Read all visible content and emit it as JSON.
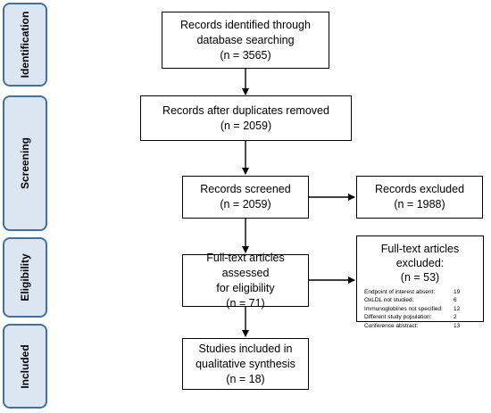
{
  "stages": [
    "Identification",
    "Screening",
    "Eligibility",
    "Included"
  ],
  "boxes": {
    "identified": {
      "lines": [
        "Records identified through",
        "database searching",
        "(n = 3565)"
      ]
    },
    "duplicates_removed": {
      "lines": [
        "Records after duplicates removed",
        "(n = 2059)"
      ]
    },
    "screened": {
      "lines": [
        "Records screened",
        "(n = 2059)"
      ]
    },
    "excluded": {
      "lines": [
        "Records excluded",
        "(n = 1988)"
      ]
    },
    "assessed": {
      "lines": [
        "Full-text articles assessed",
        "for eligibility",
        "(n = 71)"
      ]
    },
    "included": {
      "lines": [
        "Studies included in",
        "qualitative synthesis",
        "(n = 18)"
      ]
    }
  },
  "fulltext_excluded": {
    "title": "Full-text articles excluded:",
    "count": "(n = 53)",
    "reasons": [
      {
        "label": "Endpoint of interest absent:",
        "count": "19"
      },
      {
        "label": "OxLDL not studied:",
        "count": "6"
      },
      {
        "label": "Immunoglobines not specified:",
        "count": "12"
      },
      {
        "label": "Different study population:",
        "count": "2"
      },
      {
        "label": "Conference abstract:",
        "count": "13"
      }
    ]
  },
  "colors": {
    "tab_fill": "#dce6f2",
    "tab_border": "#41719c",
    "line": "#000000"
  }
}
